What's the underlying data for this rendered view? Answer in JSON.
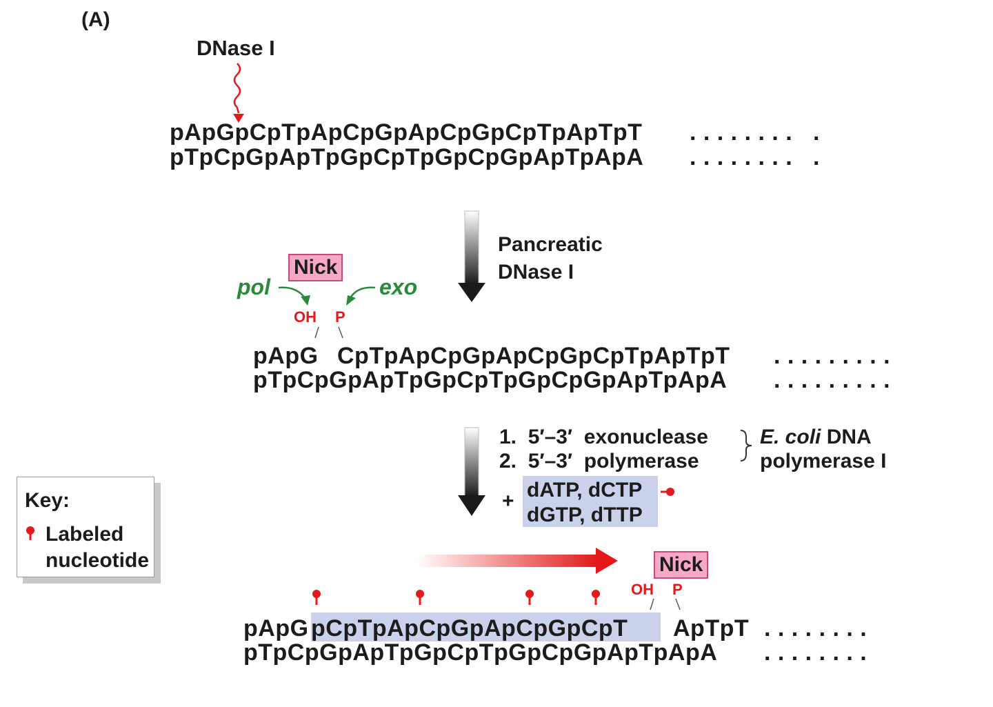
{
  "panel_label": "(A)",
  "step0": {
    "enzyme": "DNase I",
    "top_strand": "pApGpCpTpApCpGpApCpGpCpTpApTpT",
    "bottom_strand": "pTpCpGpApTpGpCpTpGpCpGpApTpApA",
    "dots_top": ". . . . . . . .   .",
    "dots_bottom": ". . . . . . . .   ."
  },
  "arrow1": {
    "label_line1": "Pancreatic",
    "label_line2": "DNase I"
  },
  "step1": {
    "nick_label": "Nick",
    "pol_label": "pol",
    "exo_label": "exo",
    "oh_label": "OH",
    "p_label": "P",
    "top_left": "pApG",
    "top_right": "CpTpApCpGpApCpGpCpTpApTpT",
    "bottom_strand": "pTpCpGpApTpGpCpTpGpCpGpApTpApA",
    "dots_top": ". . . . . . . . .",
    "dots_bottom": ". . . . . . . . ."
  },
  "arrow2": {
    "step1": "1.  5′–3′  exonuclease",
    "step2": "2.  5′–3′  polymerase",
    "enzyme_italic": "E. coli",
    "enzyme_line1_rest": " DNA",
    "enzyme_line2": "polymerase I",
    "plus": "+",
    "dntp_line1": "dATP, dCTP",
    "dntp_line2": "dGTP, dTTP"
  },
  "key": {
    "title": "Key:",
    "item_line1": "Labeled",
    "item_line2": "nucleotide"
  },
  "step2": {
    "nick_label": "Nick",
    "oh_label": "OH",
    "p_label": "P",
    "top_prefix": "pApG",
    "top_highlight": "pCpTpApCpGpApCpGpCpT",
    "top_suffix": "ApTpT",
    "bottom_strand": "pTpCpGpApTpGpCpTpGpCpGpApTpApA",
    "dots_top": ". . . . . . . .",
    "dots_bottom": ". . . . . . . ."
  },
  "colors": {
    "red": "#e3191b",
    "green": "#2a8a3a",
    "nick_fill": "#f5a9c6",
    "highlight_blue": "#c9d2ea"
  }
}
